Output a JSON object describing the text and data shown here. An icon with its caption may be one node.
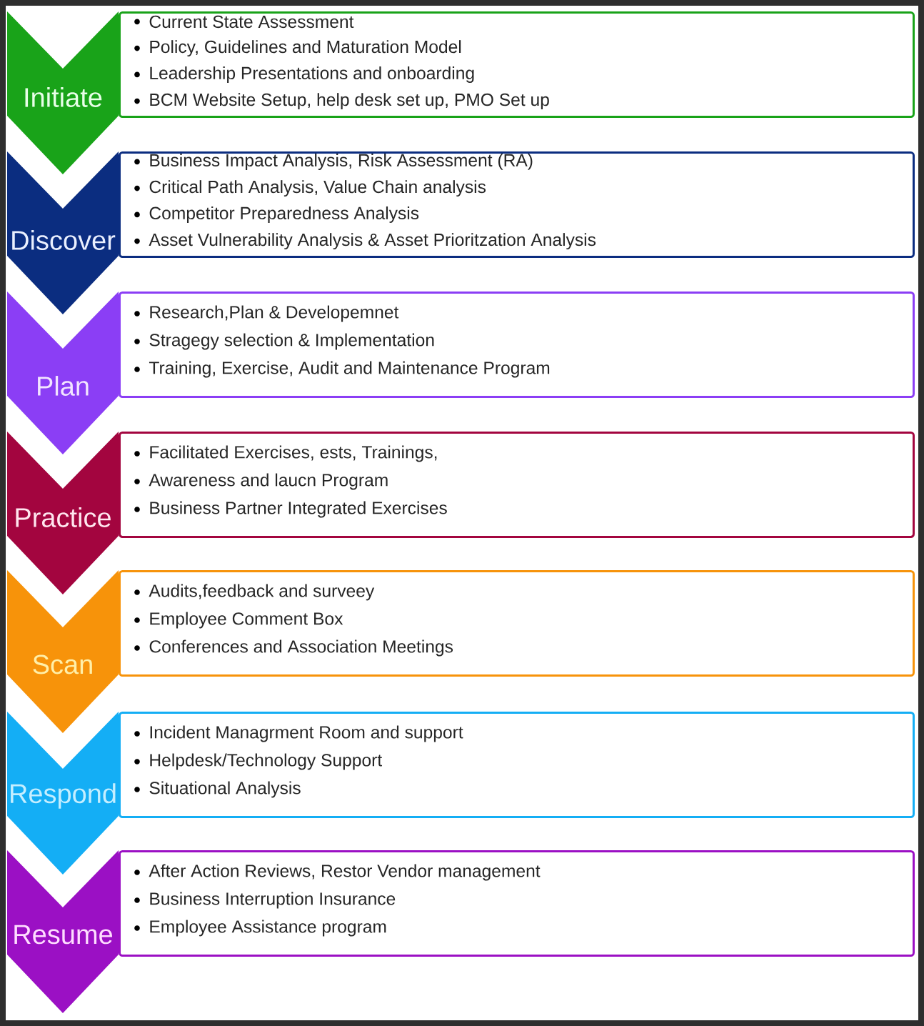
{
  "diagram": {
    "nodes": [
      {
        "text": [
          "Initiate"
        ]
      },
      {
        "text": [
          "Current State Assessment",
          "Policy, Guidelines and Maturation Model",
          "Leadership Presentations and onboarding",
          "BCM Website Setup, help desk set up, PMO Set up"
        ]
      },
      {
        "text": [
          "Discover"
        ]
      },
      {
        "text": [
          "Business Impact Analysis, Risk Assessment (RA)",
          "Critical Path Analysis, Value Chain analysis",
          "Competitor Preparedness Analysis",
          "Asset Vulnerability Analysis & Asset Prioritzation Analysis"
        ]
      },
      {
        "text": [
          "Plan"
        ]
      },
      {
        "text": [
          "Research,Plan & Developemnet",
          "Stragegy selection & Implementation",
          "Training, Exercise, Audit and Maintenance Program"
        ]
      },
      {
        "text": [
          "Practice"
        ]
      },
      {
        "text": [
          "Facilitated Exercises, ests, Trainings,",
          "Awareness and laucn Program",
          "Business Partner Integrated Exercises"
        ]
      },
      {
        "text": [
          "Scan"
        ]
      },
      {
        "text": [
          "Audits,feedback and surveey",
          "Employee Comment Box",
          "Conferences and Association Meetings"
        ]
      },
      {
        "text": [
          "Respond"
        ]
      },
      {
        "text": [
          "Incident Managrment Room and support",
          "Helpdesk/Technology Support",
          "Situational Analysis"
        ]
      },
      {
        "text": [
          "Resume"
        ]
      },
      {
        "text": [
          "After Action Reviews, Restor Vendor management",
          "Business Interruption Insurance",
          "Employee Assistance program"
        ]
      }
    ]
  }
}
